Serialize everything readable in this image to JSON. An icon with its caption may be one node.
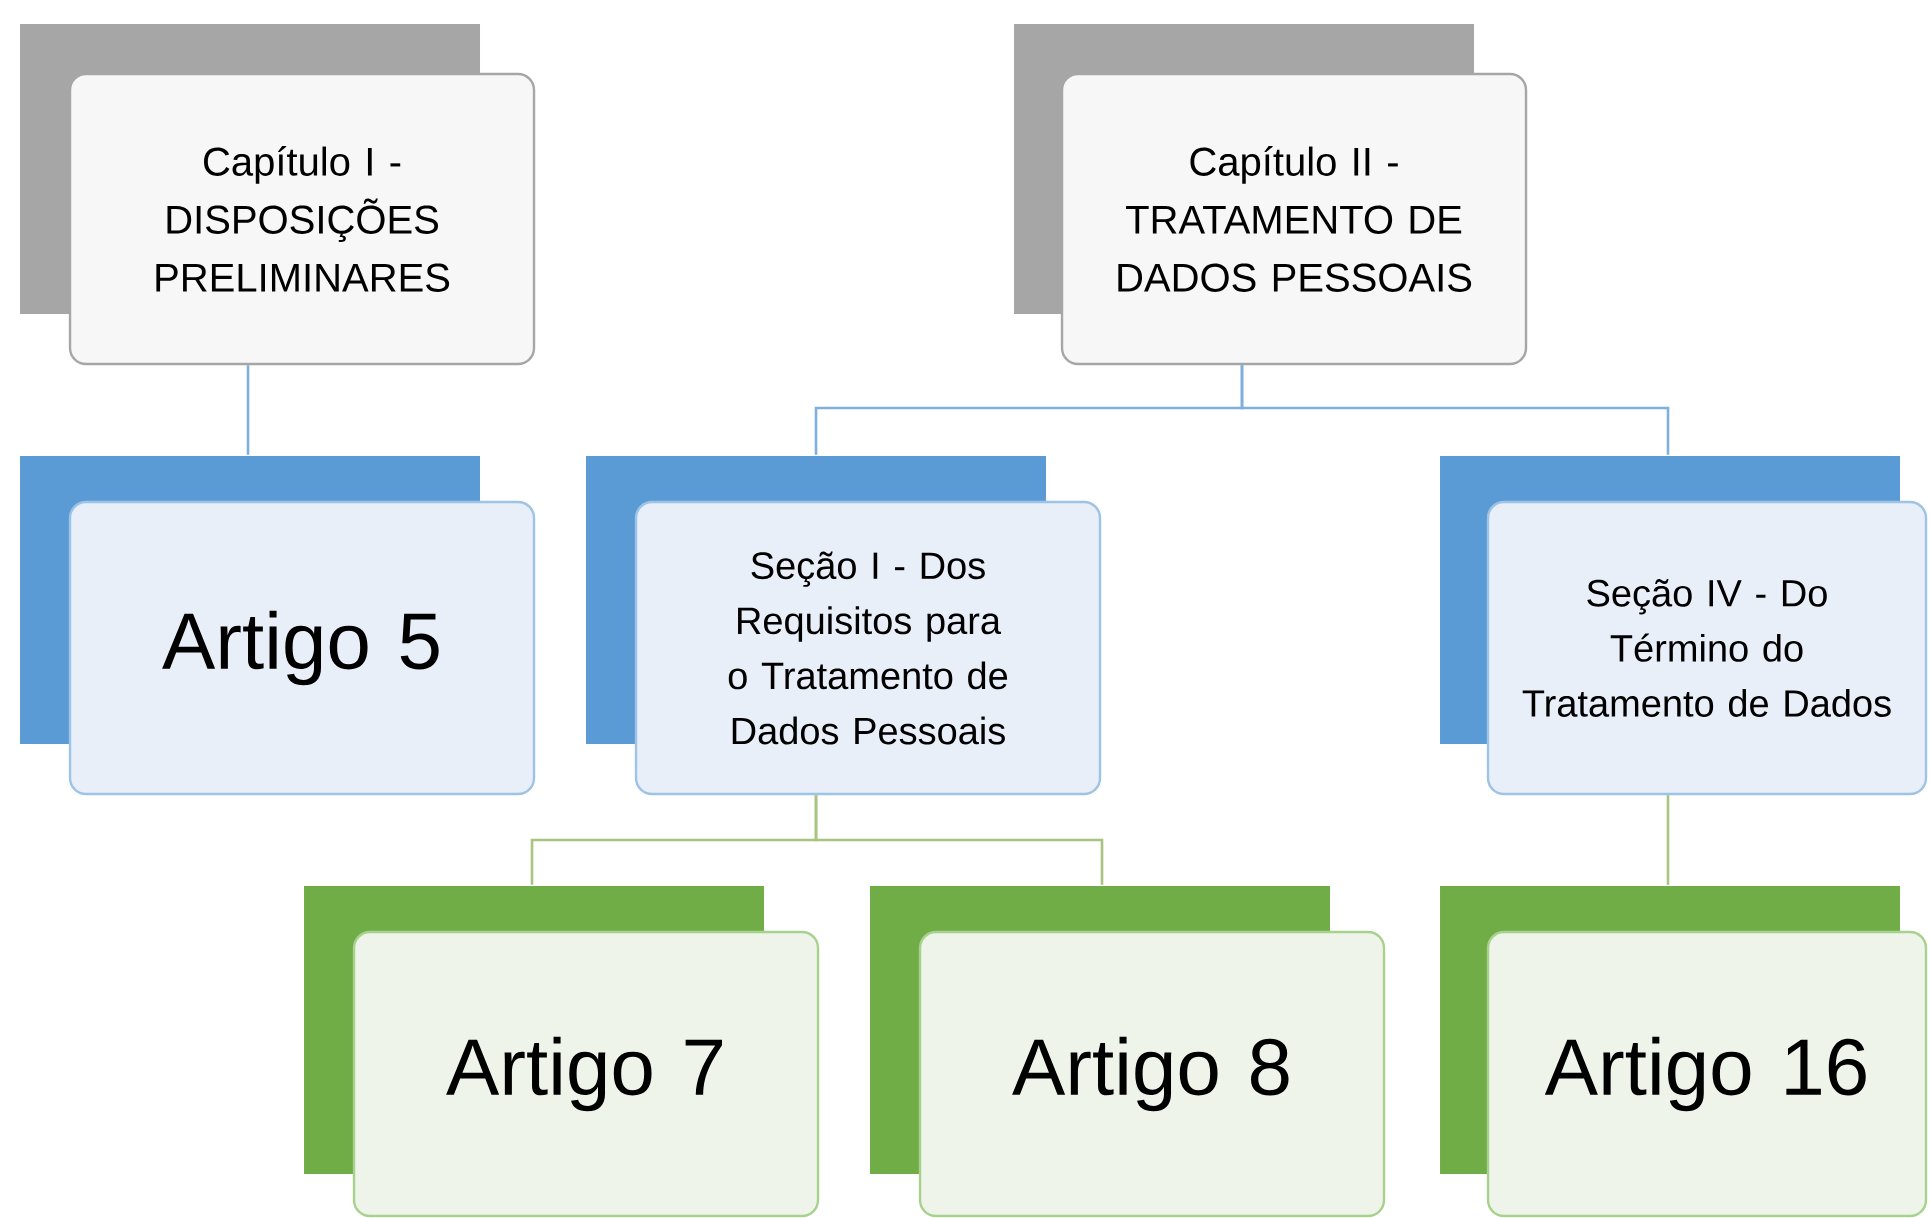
{
  "diagram": {
    "nodes": [
      {
        "text": [
          "Capítulo I - DISPOSIÇÕES PRELIMINARES"
        ]
      },
      {
        "text": [
          "Capítulo II - TRATAMENTO DE DADOS PESSOAIS"
        ]
      },
      {
        "text": [
          "Artigo 5"
        ]
      },
      {
        "text": [
          "Seção I - Dos Requisitos para o Tratamento de Dados Pessoais"
        ]
      },
      {
        "text": [
          "Seção IV - Do Término do Tratamento de Dados"
        ]
      },
      {
        "text": [
          "Artigo 7"
        ]
      },
      {
        "text": [
          "Artigo 8"
        ]
      },
      {
        "text": [
          "Artigo 16"
        ]
      }
    ],
    "edges": [
      {
        "from": 0,
        "to": 2,
        "arrow": "none"
      },
      {
        "from": 1,
        "to": 3,
        "arrow": "none"
      },
      {
        "from": 1,
        "to": 4,
        "arrow": "none"
      },
      {
        "from": 3,
        "to": 5,
        "arrow": "none",
        "color": "#a9c47f"
      },
      {
        "from": 3,
        "to": 6,
        "arrow": "none",
        "color": "#a9c47f"
      },
      {
        "from": 4,
        "to": 7,
        "arrow": "none",
        "color": "#a9c47f"
      }
    ]
  }
}
